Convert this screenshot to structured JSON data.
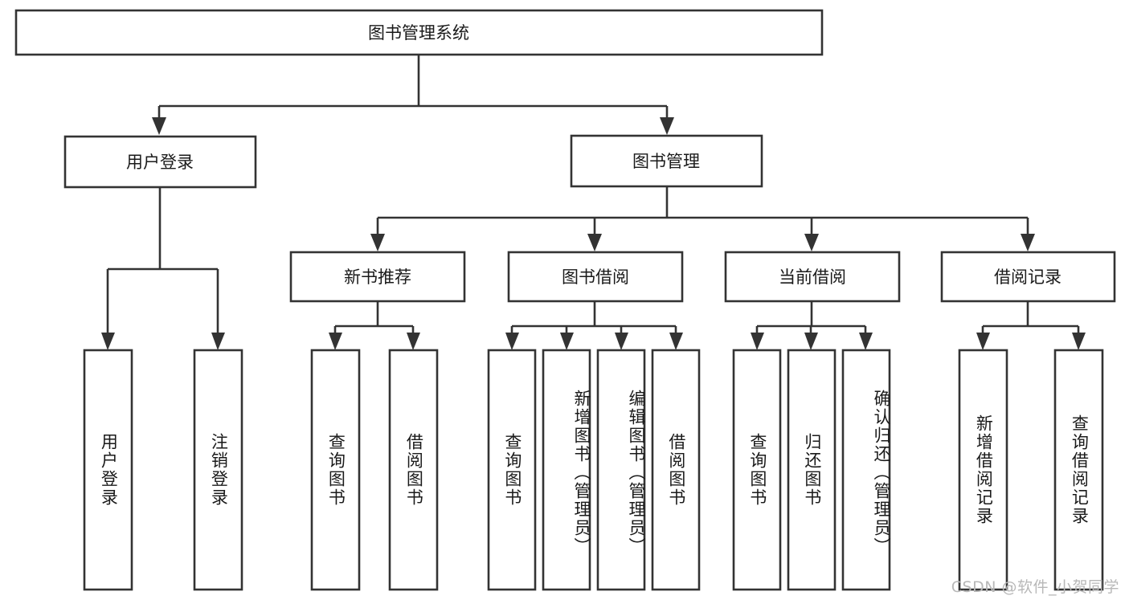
{
  "diagram": {
    "title": "图书管理系统",
    "type": "tree-hierarchy-diagram",
    "colors": {
      "box_stroke": "#333333",
      "box_fill": "#ffffff",
      "connector": "#333333",
      "text": "#1a1a1a",
      "watermark": "#b8b8b8",
      "background": "#ffffff"
    },
    "root": {
      "label": "图书管理系统"
    },
    "level2": [
      {
        "label": "用户登录"
      },
      {
        "label": "图书管理"
      }
    ],
    "level3": [
      {
        "label": "新书推荐"
      },
      {
        "label": "图书借阅"
      },
      {
        "label": "当前借阅"
      },
      {
        "label": "借阅记录"
      }
    ],
    "leaves": {
      "user_login": [
        {
          "label": "用户登录"
        },
        {
          "label": "注销登录"
        }
      ],
      "new_book_recommend": [
        {
          "label": "查询图书"
        },
        {
          "label": "借阅图书"
        }
      ],
      "book_borrow": [
        {
          "label": "查询图书"
        },
        {
          "label": "新增图书（管理员）"
        },
        {
          "label": "编辑图书（管理员）"
        },
        {
          "label": "借阅图书"
        }
      ],
      "current_borrow": [
        {
          "label": "查询图书"
        },
        {
          "label": "归还图书"
        },
        {
          "label": "确认归还（管理员）"
        }
      ],
      "borrow_record": [
        {
          "label": "新增借阅记录"
        },
        {
          "label": "查询借阅记录"
        }
      ]
    },
    "watermark": "CSDN @软件_小贺同学"
  }
}
